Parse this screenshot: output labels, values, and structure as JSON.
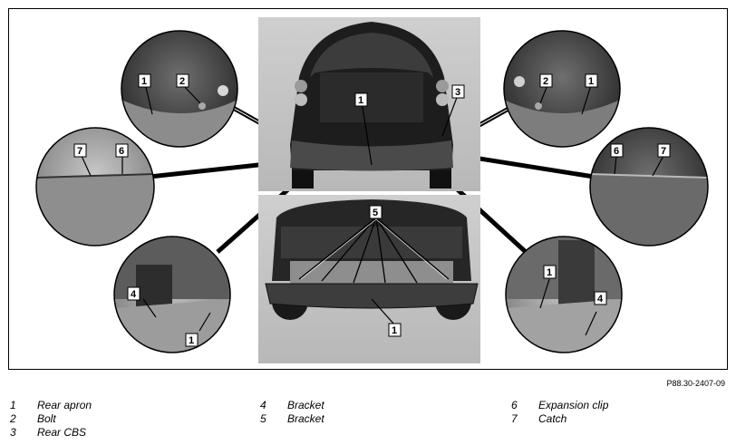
{
  "figure": {
    "reference": "P88.30-2407-09",
    "callouts": [
      "1",
      "2",
      "3",
      "4",
      "5",
      "6",
      "7"
    ]
  },
  "legend": [
    {
      "num": "1",
      "label": "Rear apron"
    },
    {
      "num": "2",
      "label": "Bolt"
    },
    {
      "num": "3",
      "label": "Rear CBS"
    },
    {
      "num": "4",
      "label": "Bracket"
    },
    {
      "num": "5",
      "label": "Bracket"
    },
    {
      "num": "6",
      "label": "Expansion clip"
    },
    {
      "num": "7",
      "label": "Catch"
    }
  ]
}
